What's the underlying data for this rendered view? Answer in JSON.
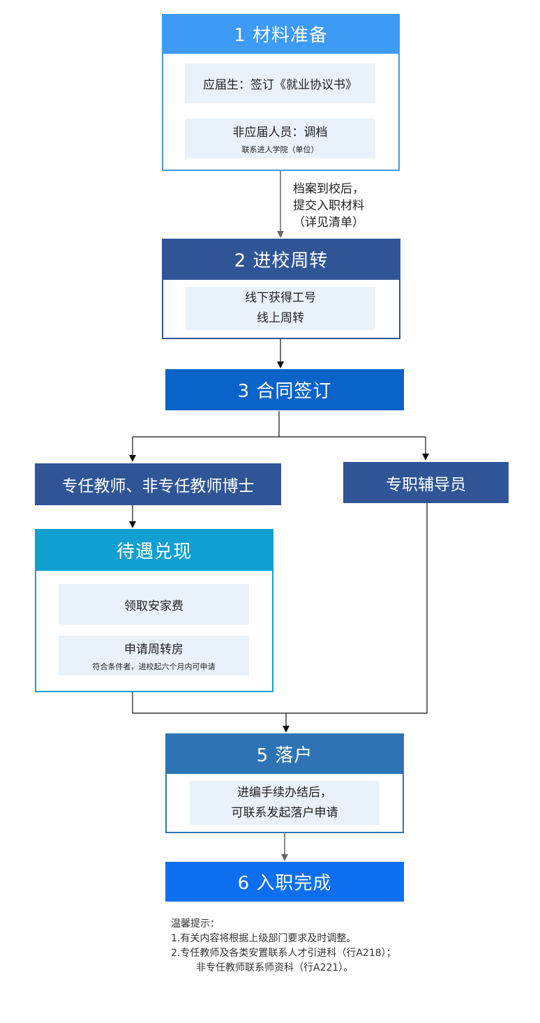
{
  "step1": {
    "title": "1  材料准备",
    "box_a": "应届生：签订《就业协议书》",
    "box_b_title": "非应届人员：调档",
    "box_b_note": "联系进人学院（单位）"
  },
  "arrow1_note": [
    "档案到校后，",
    "提交入职材料",
    "（详见清单）"
  ],
  "step2": {
    "title": "2  进校周转",
    "lines": [
      "线下获得工号",
      "线上周转"
    ]
  },
  "step3": {
    "title": "3  合同签订"
  },
  "branch_left": {
    "title": "专任教师、非专任教师博士"
  },
  "branch_right": {
    "title": "专职辅导员"
  },
  "benefits": {
    "title": "待遇兑现",
    "box_a": "领取安家费",
    "box_b_title": "申请周转房",
    "box_b_note": "符合条件者，进校起六个月内可申请"
  },
  "step5": {
    "title": "5  落户",
    "lines": [
      "进编手续办结后，",
      "可联系发起落户申请"
    ]
  },
  "step6": {
    "title": "6  入职完成"
  },
  "tips": {
    "heading": "温馨提示：",
    "line1": "1.有关内容将根据上级部门要求及时调整。",
    "line2": "2.专任教师及各类安置联系人才引进科（行A218）；",
    "line3": "非专任教师联系师资科（行A221）。"
  },
  "colors": {
    "step1_header": "#3d9af5",
    "step2_header": "#2f5597",
    "step3_header": "#0a63c8",
    "branch": "#2f5597",
    "benefits_header": "#109fd0",
    "step5_header": "#2e74b5",
    "step6_header": "#0b6ff0",
    "sub_box": "#e9f1fa"
  }
}
